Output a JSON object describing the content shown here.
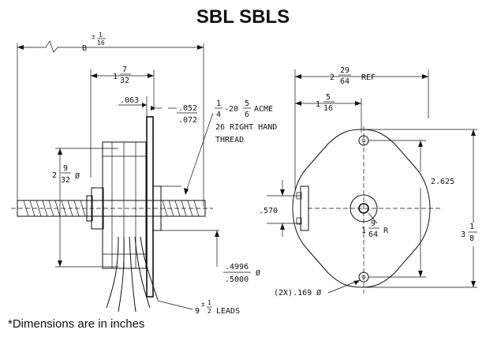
{
  "title": "SBL SBLS",
  "footnote": "*Dimensions are in inches",
  "dims": {
    "overall_length": {
      "prefix": "B",
      "tol": "±",
      "num": "1",
      "den": "16"
    },
    "shaft_projection": {
      "whole": "1",
      "num": "7",
      "den": "32"
    },
    "flange_gap": ".063",
    "flange_thickness": {
      "top": ".052",
      "bottom": ".072"
    },
    "thread_spec": {
      "pre": "1",
      "pre_den": "4",
      "mid": "-20",
      "num": "5",
      "den": "6",
      "post": "ACME"
    },
    "thread_line2": "26 RIGHT HAND",
    "thread_line3": "THREAD",
    "body_diameter": {
      "whole": "2",
      "num": "9",
      "den": "32",
      "suffix": "Ø"
    },
    "pilot_diameter": {
      "top": ".4996",
      "bottom": ".5000",
      "suffix": "Ø"
    },
    "leads": {
      "whole": "9",
      "tol": "±",
      "num": "1",
      "den": "2",
      "suffix": "LEADS"
    },
    "mount_width": {
      "whole": "2",
      "num": "29",
      "den": "64",
      "suffix": "REF"
    },
    "half_width": {
      "whole": "1",
      "num": "5",
      "den": "16"
    },
    "hole_spacing": "2.625",
    "overall_height": {
      "whole": "3",
      "num": "1",
      "den": "8"
    },
    "pilot_offset": ".570",
    "center_radius": {
      "whole": "1",
      "num": "9",
      "den": "64",
      "suffix": "R"
    },
    "mount_holes": "(2X).169 Ø"
  }
}
